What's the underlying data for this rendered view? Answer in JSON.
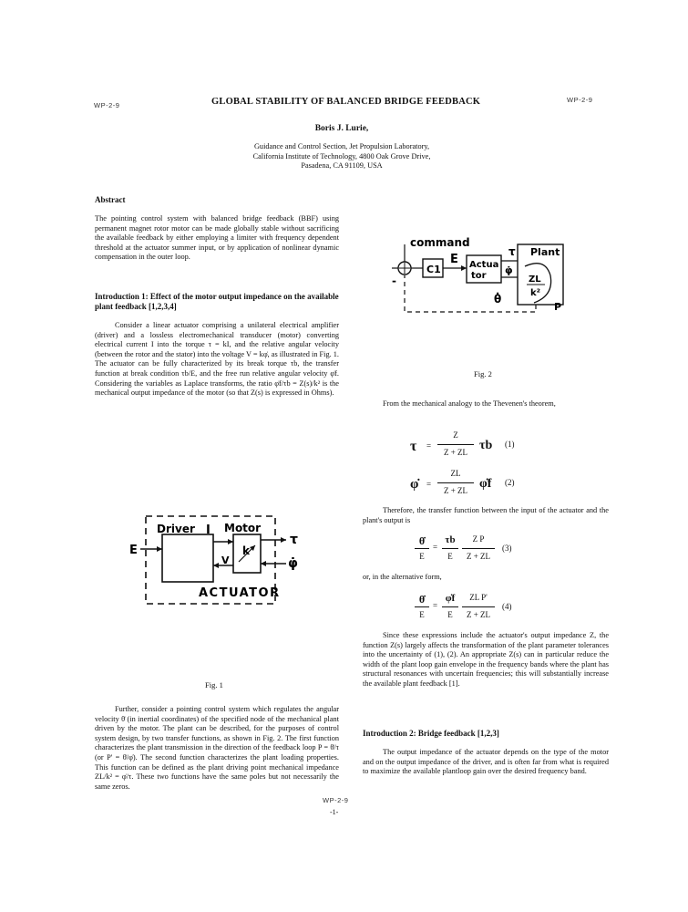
{
  "header": {
    "left_code": "WP-2-9",
    "title": "GLOBAL STABILITY OF BALANCED BRIDGE FEEDBACK",
    "right_code": "WP-2-9"
  },
  "author": {
    "name": "Boris J. Lurie,",
    "affiliation_1": "Guidance and Control Section, Jet Propulsion Laboratory,",
    "affiliation_2": "California Institute of Technology, 4800 Oak Grove Drive,",
    "affiliation_3": "Pasadena, CA 91109, USA"
  },
  "left_column": {
    "abstract_heading": "Abstract",
    "abstract_text": "The pointing control system with balanced bridge feedback (BBF) using permanent magnet rotor motor can be made globally stable without sacrificing the available feedback by either employing a limiter with frequency dependent threshold at the actuator summer input, or by application of nonlinear dynamic compensation in the outer loop.",
    "intro1_heading": "Introduction 1: Effect of the motor output impedance on the available plant feedback [1,2,3,4]",
    "intro1_text": "Consider a linear actuator comprising a unilateral electrical amplifier (driver) and a lossless electromechanical transducer (motor) converting electrical current I into the torque τ = kI, and the relative angular velocity (between the rotor and the stator) into the voltage V = kφ̇, as illustrated in Fig. 1. The actuator can be fully characterized by its break torque τb, the transfer function at break condition τb/E, and the free run relative angular velocity φ̇f. Considering the variables as Laplace transforms, the ratio φ̇f/τb = Z(s)/k² is the mechanical output impedance of the motor (so that Z(s) is expressed in Ohms).",
    "fig1_caption": "Fig. 1",
    "further_text": "Further, consider a pointing control system which regulates the angular velocity θ̇ (in inertial coordinates) of the specified node of the mechanical plant driven by the motor. The plant can be described, for the purposes of control system design, by two transfer functions, as shown in Fig. 2. The first function characterizes the plant transmission in the direction of the feedback loop P = θ̇/τ (or P' = θ̇/φ̇). The second function characterizes the plant loading properties. This function can be defined as the plant driving point mechanical impedance ZL/k² = φ̇/τ. These two functions have the same poles but not necessarily the same zeros."
  },
  "right_column": {
    "fig2_caption": "Fig. 2",
    "analogy_text": "From the mechanical analogy to the Thevenen's theorem,",
    "therefore_text": "Therefore, the transfer function between the input of the actuator and the plant's output is",
    "alt_form_text": "or, in the alternative form,",
    "since_text": "Since these expressions include the actuator's output impedance Z, the function Z(s) largely affects the transformation of the plant parameter tolerances into the uncertainty of (1), (2). An appropriate Z(s) can in particular reduce the width of the plant loop gain envelope in the frequency bands where the plant has structural resonances with uncertain frequencies; this will substantially increase the available plant feedback [1].",
    "intro2_heading": "Introduction 2: Bridge feedback [1,2,3]",
    "intro2_text": "The output impedance of the actuator depends on the type of the motor and on the output impedance of the driver, and is often far from what is required to maximize the available plantloop gain over the desired frequency band."
  },
  "equations": {
    "eq1": {
      "lhs": "τ",
      "num": "Z",
      "den": "Z + ZL",
      "rhs": "τb",
      "label": "(1)"
    },
    "eq2": {
      "lhs": "φ̇",
      "num": "ZL",
      "den": "Z + ZL",
      "rhs": "φ̇f",
      "label": "(2)"
    },
    "eq3": {
      "lhs_num": "θ̇",
      "lhs_den": "E",
      "mid_num": "τb",
      "mid_den": "E",
      "num": "Z P",
      "den": "Z + ZL",
      "label": "(3)"
    },
    "eq4": {
      "lhs_num": "θ̇",
      "lhs_den": "E",
      "mid_num": "φ̇f",
      "mid_den": "E",
      "num": "ZL P'",
      "den": "Z + ZL",
      "label": "(4)"
    }
  },
  "fig1": {
    "driver": "Driver",
    "motor": "Motor",
    "actuator": "ACTUATOR",
    "E": "E",
    "I": "I",
    "V": "V",
    "k": "k",
    "tau": "τ",
    "phi_dot": "φ̇"
  },
  "fig2": {
    "command": "command",
    "E": "E",
    "C1": "C1",
    "actuator_1": "Actua",
    "actuator_2": "tor",
    "plant": "Plant",
    "tau": "τ",
    "phi_dot": "φ̇",
    "zl": "ZL",
    "k2": "k²",
    "theta_dot": "θ̇",
    "P": "P",
    "minus": "-",
    "plus": "+"
  },
  "footer": {
    "code": "WP-2-9",
    "page": "-1-"
  }
}
